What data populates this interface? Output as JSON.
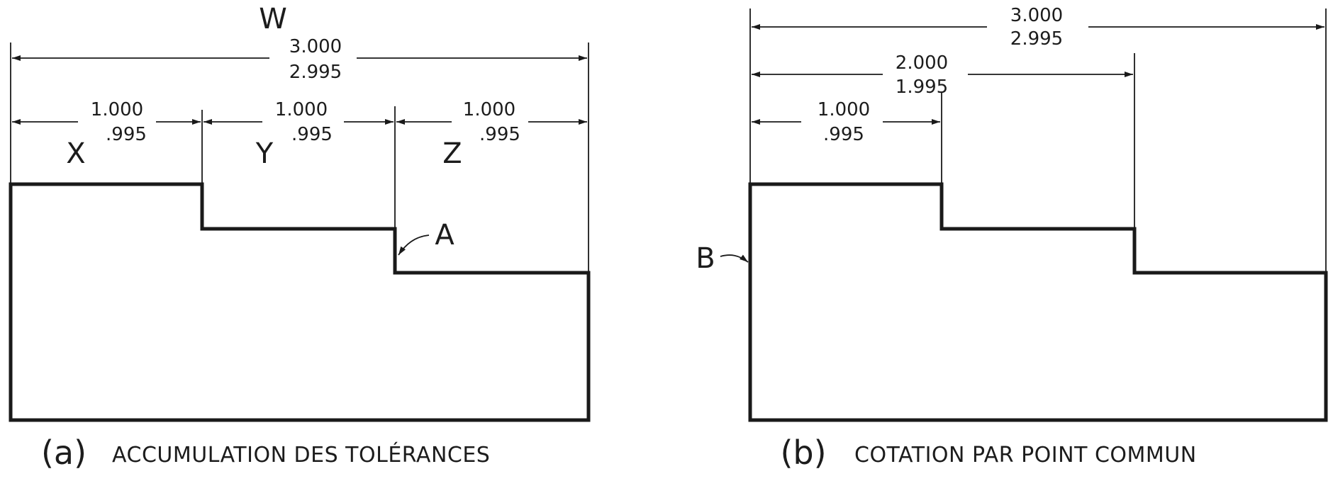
{
  "figure_a": {
    "top_label": "W",
    "overall_dim": {
      "upper": "3.000",
      "lower": "2.995"
    },
    "step_dims": [
      {
        "upper": "1.000",
        "lower": ".995",
        "letter": "X"
      },
      {
        "upper": "1.000",
        "lower": ".995",
        "letter": "Y"
      },
      {
        "upper": "1.000",
        "lower": ".995",
        "letter": "Z"
      }
    ],
    "point_label": "A",
    "caption_id": "(a)",
    "caption_text": "ACCUMULATION DES TOLÉRANCES"
  },
  "figure_b": {
    "dims": [
      {
        "upper": "3.000",
        "lower": "2.995"
      },
      {
        "upper": "2.000",
        "lower": "1.995"
      },
      {
        "upper": "1.000",
        "lower": ".995"
      }
    ],
    "point_label": "B",
    "caption_id": "(b)",
    "caption_text": "COTATION PAR POINT COMMUN"
  }
}
